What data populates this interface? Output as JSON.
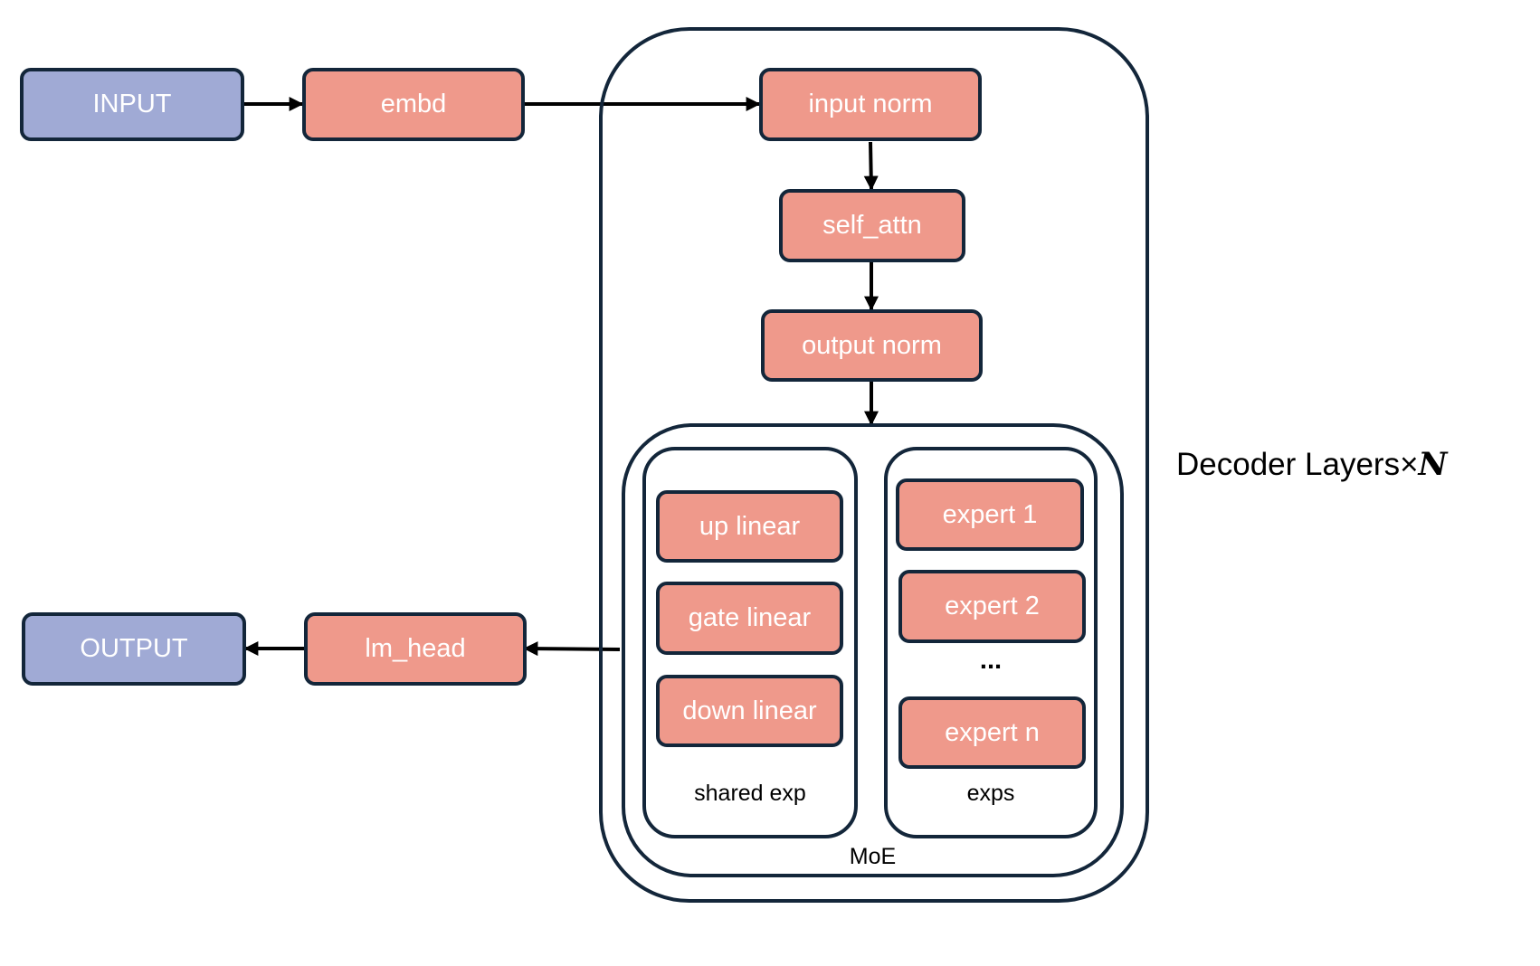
{
  "nodes": {
    "input": "INPUT",
    "embd": "embd",
    "input_norm": "input norm",
    "self_attn": "self_attn",
    "output_norm": "output norm",
    "up_linear": "up linear",
    "gate_linear": "gate linear",
    "down_linear": "down linear",
    "expert_1": "expert 1",
    "expert_2": "expert 2",
    "expert_ellipsis": "...",
    "expert_n": "expert n",
    "lm_head": "lm_head",
    "output": "OUTPUT"
  },
  "groups": {
    "shared_exp": "shared exp",
    "exps": "exps",
    "moe": "MoE",
    "decoder_layers": "Decoder Layers",
    "decoder_times": "×",
    "decoder_count": "N"
  },
  "colors": {
    "block_fill": "#ef998b",
    "io_fill": "#a0aad5",
    "outline": "#13263a",
    "arrow": "#000000"
  }
}
